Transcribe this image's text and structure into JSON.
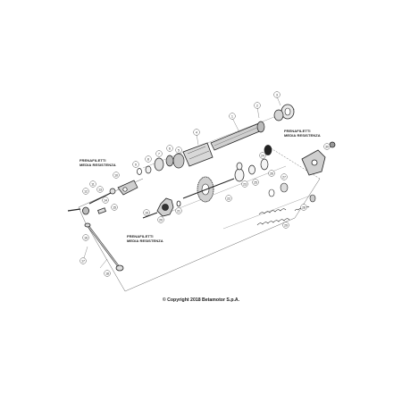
{
  "notes": {
    "left_line1": "FRENAFILETTI",
    "left_line2": "MEDIA RESISTENZA",
    "right_line1": "FRENAFILETTI",
    "right_line2": "MEDIA RESISTENZA",
    "center_line1": "FRENAFILETTI",
    "center_line2": "MEDIA RESISTENZA"
  },
  "copyright": "© Copyright 2018 Betamotor S.p.A.",
  "callouts": [
    {
      "label": "1"
    },
    {
      "label": "2"
    },
    {
      "label": "3"
    },
    {
      "label": "4"
    },
    {
      "label": "5"
    },
    {
      "label": "6"
    },
    {
      "label": "7"
    },
    {
      "label": "8"
    },
    {
      "label": "9"
    },
    {
      "label": "10"
    },
    {
      "label": "11"
    },
    {
      "label": "12"
    },
    {
      "label": "13"
    },
    {
      "label": "14"
    },
    {
      "label": "15"
    },
    {
      "label": "16"
    },
    {
      "label": "17"
    },
    {
      "label": "18"
    },
    {
      "label": "19"
    },
    {
      "label": "20"
    },
    {
      "label": "21"
    },
    {
      "label": "22"
    },
    {
      "label": "23"
    },
    {
      "label": "24"
    },
    {
      "label": "25"
    },
    {
      "label": "26"
    },
    {
      "label": "27"
    },
    {
      "label": "28"
    },
    {
      "label": "29"
    },
    {
      "label": "30"
    }
  ]
}
